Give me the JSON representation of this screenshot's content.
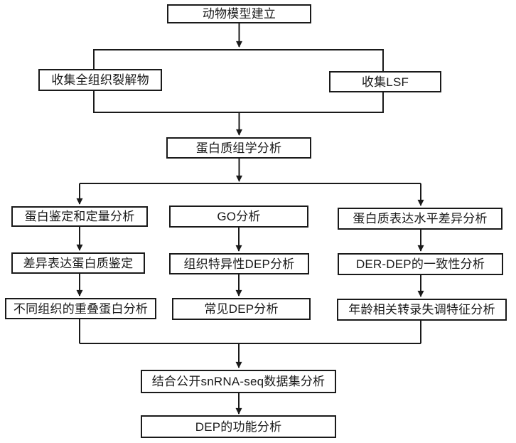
{
  "diagram": {
    "type": "flowchart",
    "colors": {
      "background": "#ffffff",
      "line": "#1a1a1a",
      "box_border": "#1a1a1a",
      "box_fill": "#ffffff",
      "text": "#1a1a1a"
    },
    "nodes": {
      "animal_model": "动物模型建立",
      "collect_lysate": "收集全组织裂解物",
      "collect_lsf": "收集LSF",
      "proteomics": "蛋白质组学分析",
      "protein_id_quant": "蛋白鉴定和定量分析",
      "go_analysis": "GO分析",
      "expr_level_diff": "蛋白质表达水平差异分析",
      "dep_identification": "差异表达蛋白质鉴定",
      "tissue_specific_dep": "组织特异性DEP分析",
      "der_dep_consistency": "DER-DEP的一致性分析",
      "overlap_protein": "不同组织的重叠蛋白分析",
      "common_dep": "常见DEP分析",
      "age_dysregulation": "年龄相关转录失调特征分析",
      "snrna_seq": "结合公开snRNA-seq数据集分析",
      "dep_function": "DEP的功能分析"
    },
    "edges": [
      "animal_model -> collection_group",
      "collection_group -> proteomics",
      "proteomics -> protein_id_quant",
      "proteomics -> go_analysis",
      "proteomics -> expr_level_diff",
      "protein_id_quant -> dep_identification",
      "dep_identification -> overlap_protein",
      "go_analysis -> tissue_specific_dep",
      "tissue_specific_dep -> common_dep",
      "expr_level_diff -> der_dep_consistency",
      "der_dep_consistency -> age_dysregulation",
      "overlap_protein + age_dysregulation -> snrna_seq",
      "snrna_seq -> dep_function"
    ]
  }
}
